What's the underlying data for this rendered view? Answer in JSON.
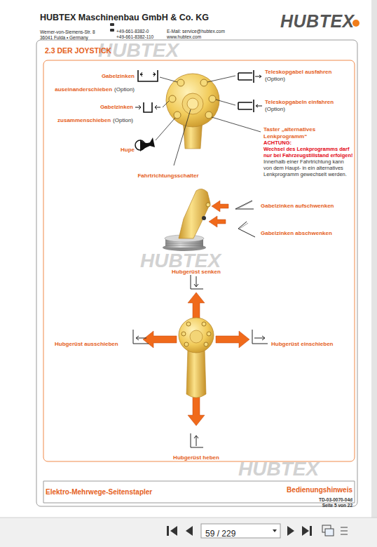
{
  "diagram": {
    "title": "2.3 DER JOYSTICK",
    "labels": [
      "HUBTEX Maschinenbau GmbH & Co. KG",
      "Werner-von-Siemens-Str. 8",
      "36041 Fulda • Germany",
      "+49-661-8382-0",
      "+49-661-8382-110",
      "E-Mail: service@hubtex.com",
      "www.hubtex.com",
      "HUBTEX",
      "HUBTEX",
      "Gabelzinken auseinanderschieben",
      "(Option)",
      "Gabelzinken zusammenschieben",
      "(Option)",
      "Hupe",
      "Fahrtrichtungsschalter",
      "Teleskopgabel ausfahren",
      "(Option)",
      "Teleskopgabeln einfahren",
      "(Option)",
      "Taster „alternatives Lenkprogramm“",
      "ACHTUNG:",
      "Wechsel des Lenkprogramms darf nur bei Fahrzeugstillstand erfolgen!",
      "Innerhalb einer Fahrtrichtung kann von dem Haupt- in ein alternatives Lenkprogramm gewechselt werden.",
      "Gabelzinken aufschwenken",
      "Gabelzinken abschwenken",
      "HUBTEX",
      "Hubgerüst senken",
      "Hubgerüst ausschieben",
      "Hubgerüst einschieben",
      "Hubgerüst heben",
      "HUBTEX",
      "Elektro-Mehrwege-Seitenstapler",
      "Bedienungshinweis",
      "TD-03-0070-04d",
      "Seite 5 von 22",
      "59 / 229"
    ]
  }
}
